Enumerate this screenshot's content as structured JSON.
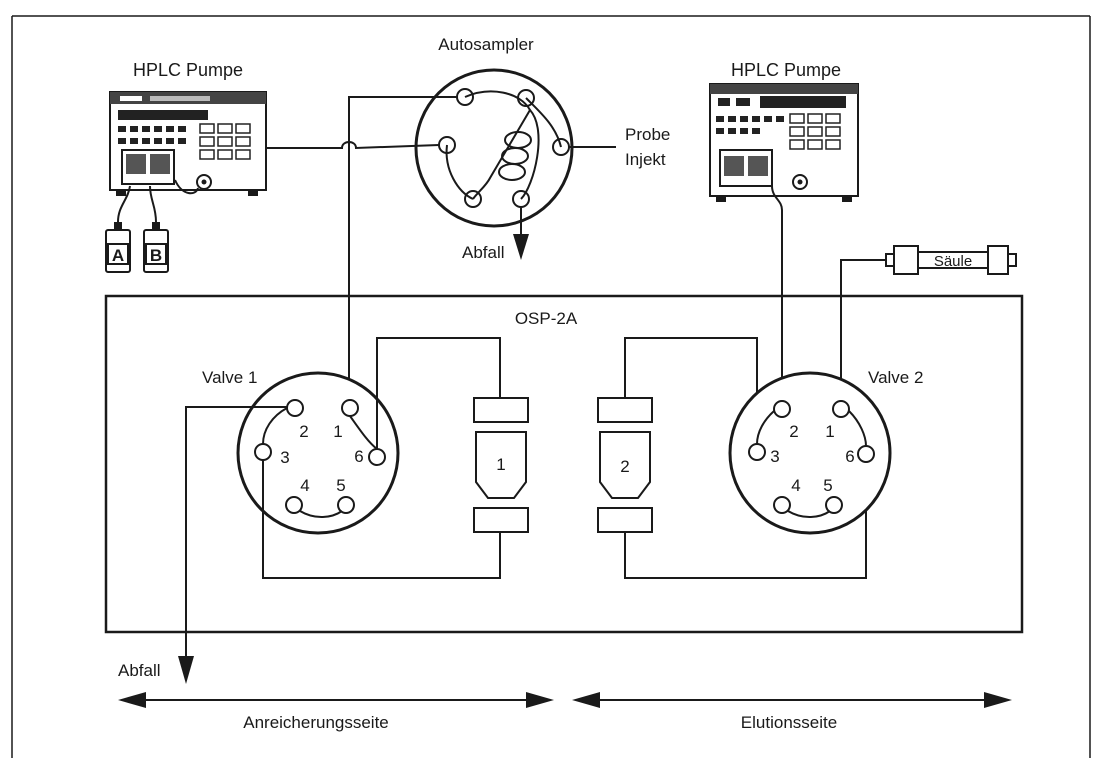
{
  "diagram": {
    "pump_left_label": "HPLC Pumpe",
    "pump_right_label": "HPLC Pumpe",
    "autosampler_label": "Autosampler",
    "probe_label_line1": "Probe",
    "probe_label_line2": "Injekt",
    "waste_autosampler_label": "Abfall",
    "bottle_a_label": "A",
    "bottle_b_label": "B",
    "column_label": "Säule",
    "module_label": "OSP-2A",
    "valve1_label": "Valve 1",
    "valve2_label": "Valve 2",
    "valve1_ports": [
      "1",
      "2",
      "3",
      "4",
      "5",
      "6"
    ],
    "valve2_ports": [
      "1",
      "2",
      "3",
      "4",
      "5",
      "6"
    ],
    "cartridge1_label": "1",
    "cartridge2_label": "2",
    "waste_valve_label": "Abfall",
    "left_side_label": "Anreicherungsseite",
    "right_side_label": "Elutionsseite"
  }
}
